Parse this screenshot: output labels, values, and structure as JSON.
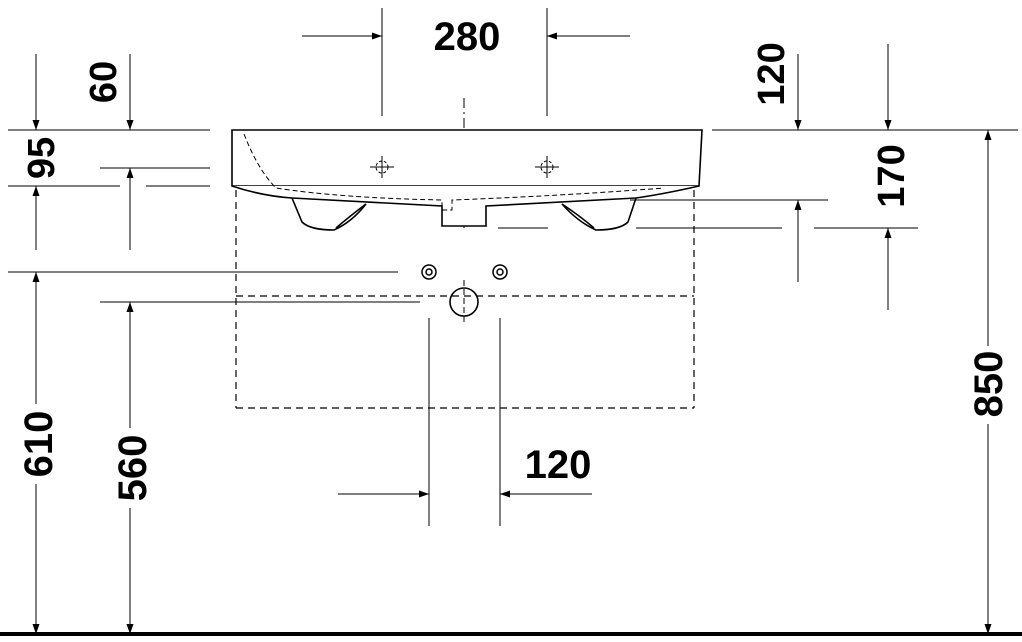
{
  "drawing": {
    "type": "technical-dimension-drawing",
    "subject": "washbasin-front-view",
    "line_color": "#000000",
    "background": "#ffffff",
    "dimensions": {
      "tap_hole_spacing": "280",
      "overflow_depth": "60",
      "rim_height_left": "95",
      "rim_to_tap_right": "120",
      "basin_depth_right": "170",
      "wall_bracket_height": "610",
      "drain_height": "560",
      "drain_pipe_spacing": "120",
      "total_height": "850"
    }
  }
}
